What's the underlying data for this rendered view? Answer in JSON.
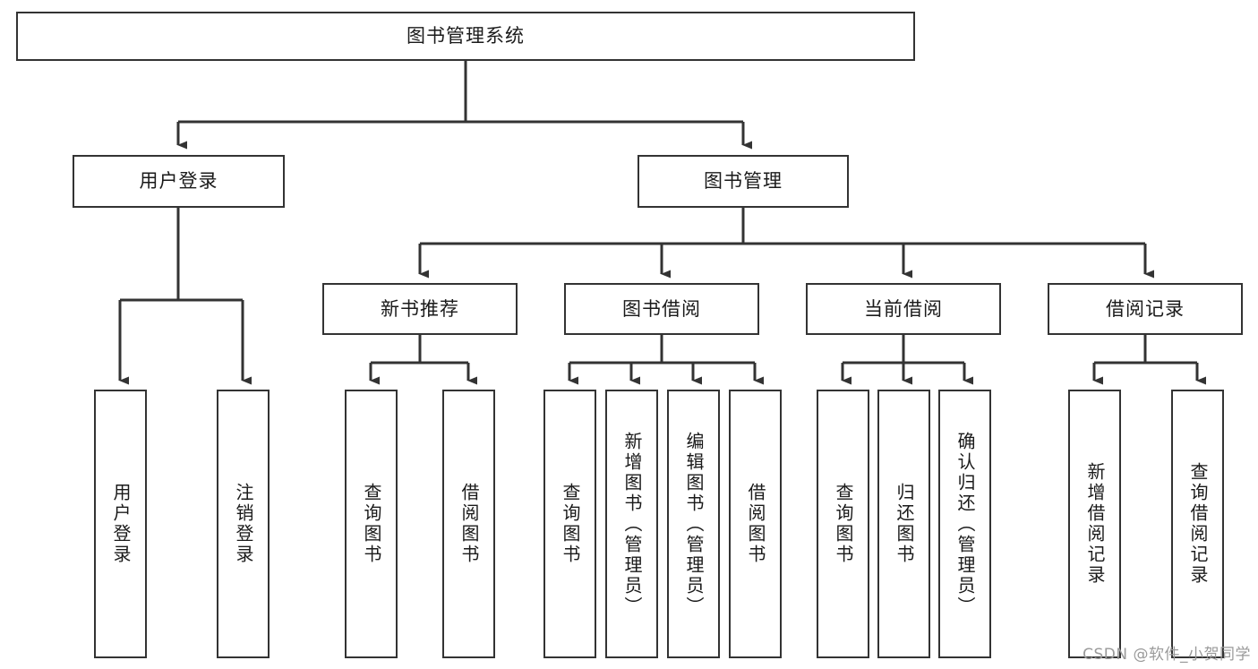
{
  "diagram": {
    "type": "tree-hierarchy-chart",
    "title": "图书管理系统",
    "watermark": "CSDN @软件_小贺同学",
    "colors": {
      "box_border": "#333333",
      "box_fill": "#ffffff",
      "connector": "#333333",
      "text": "#1a1a1a",
      "watermark": "#9a9a9a"
    },
    "levels": [
      {
        "level": 1,
        "nodes": [
          {
            "id": "root",
            "label": "图书管理系统"
          }
        ]
      },
      {
        "level": 2,
        "nodes": [
          {
            "id": "user-login",
            "label": "用户登录",
            "parent": "root"
          },
          {
            "id": "book-manage",
            "label": "图书管理",
            "parent": "root"
          }
        ]
      },
      {
        "level": 3,
        "nodes": [
          {
            "id": "new-book-rec",
            "label": "新书推荐",
            "parent": "book-manage"
          },
          {
            "id": "book-borrow",
            "label": "图书借阅",
            "parent": "book-manage"
          },
          {
            "id": "current-borrow",
            "label": "当前借阅",
            "parent": "book-manage"
          },
          {
            "id": "borrow-record",
            "label": "借阅记录",
            "parent": "book-manage"
          }
        ]
      },
      {
        "level": 4,
        "nodes": [
          {
            "id": "leaf-user-login",
            "label": "用户登录",
            "parent": "user-login"
          },
          {
            "id": "leaf-user-logout",
            "label": "注销登录",
            "parent": "user-login"
          },
          {
            "id": "leaf-query-book-1",
            "label": "查询图书",
            "parent": "new-book-rec"
          },
          {
            "id": "leaf-borrow-book-1",
            "label": "借阅图书",
            "parent": "new-book-rec"
          },
          {
            "id": "leaf-query-book-2",
            "label": "查询图书",
            "parent": "book-borrow"
          },
          {
            "id": "leaf-add-book",
            "label": "新增图书（管理员）",
            "parent": "book-borrow"
          },
          {
            "id": "leaf-edit-book",
            "label": "编辑图书（管理员）",
            "parent": "book-borrow"
          },
          {
            "id": "leaf-borrow-book-2",
            "label": "借阅图书",
            "parent": "book-borrow"
          },
          {
            "id": "leaf-query-book-3",
            "label": "查询图书",
            "parent": "current-borrow"
          },
          {
            "id": "leaf-return-book",
            "label": "归还图书",
            "parent": "current-borrow"
          },
          {
            "id": "leaf-confirm-return",
            "label": "确认归还（管理员）",
            "parent": "current-borrow"
          },
          {
            "id": "leaf-add-record",
            "label": "新增借阅记录",
            "parent": "borrow-record"
          },
          {
            "id": "leaf-query-record",
            "label": "查询借阅记录",
            "parent": "borrow-record"
          }
        ]
      }
    ]
  }
}
